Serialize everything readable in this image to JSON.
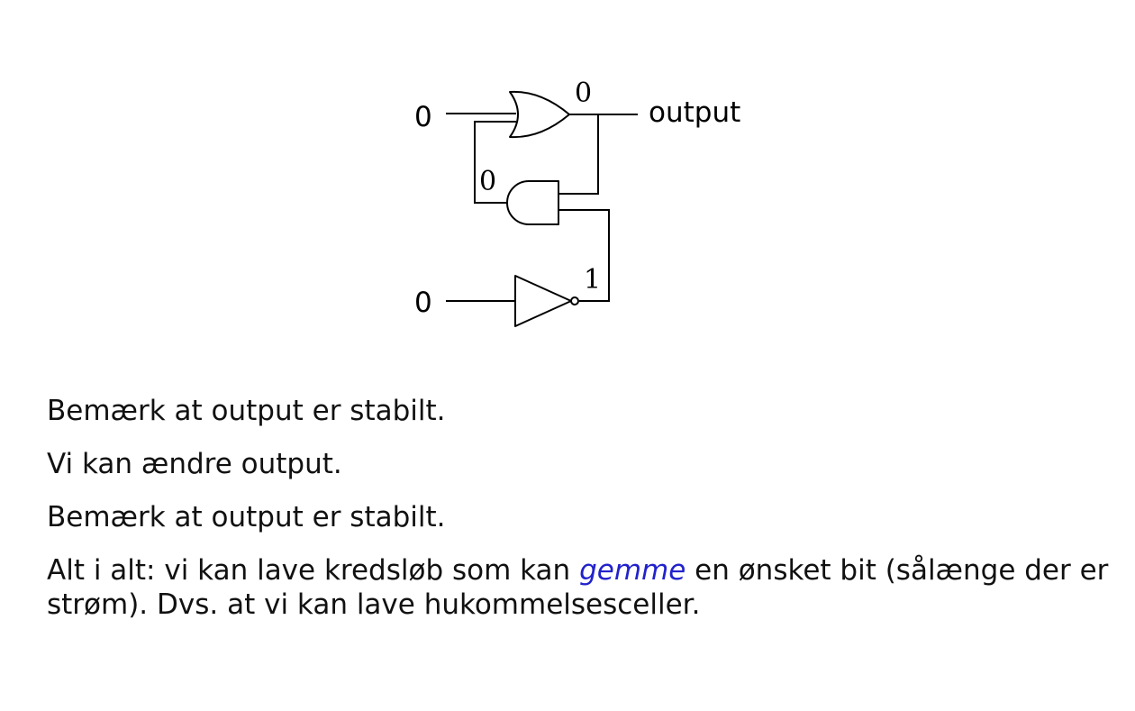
{
  "diagram": {
    "labels": {
      "input_top": "0",
      "or_output_value": "0",
      "output_label": "output",
      "and_input_value": "0",
      "not_output_value": "1",
      "input_bottom": "0"
    }
  },
  "text": {
    "line1": "Bemærk at output er stabilt.",
    "line2": "Vi kan ændre output.",
    "line3": "Bemærk at output er stabilt.",
    "line4_before": "Alt i alt: vi kan lave kredsløb som kan ",
    "line4_emph": "gemme",
    "line4_after": " en ønsket bit (sålænge der er strøm). Dvs. at vi kan lave hukommelsesceller."
  },
  "colors": {
    "emphasis": "#2222cc",
    "ink": "#000000"
  }
}
